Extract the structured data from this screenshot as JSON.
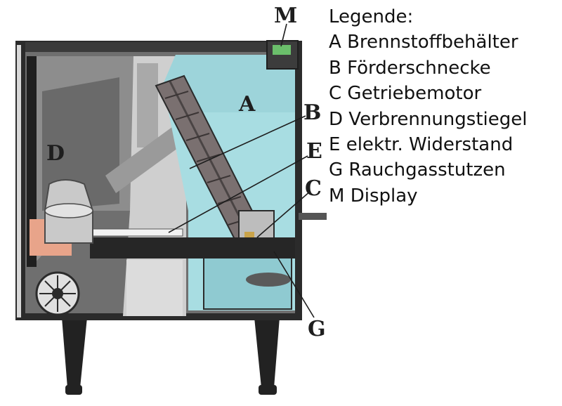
{
  "legend": {
    "title": "Legende:",
    "items": [
      {
        "key": "A",
        "text": "Brennstoffbehälter"
      },
      {
        "key": "B",
        "text": "Förderschnecke"
      },
      {
        "key": "C",
        "text": "Getriebemotor"
      },
      {
        "key": "D",
        "text": "Verbrennungstiegel"
      },
      {
        "key": "E",
        "text": "elektr. Widerstand"
      },
      {
        "key": "G",
        "text": "Rauchgasstutzen"
      },
      {
        "key": "M",
        "text": "Display"
      }
    ]
  },
  "callouts": {
    "M": "M",
    "A": "A",
    "B": "B",
    "C": "C",
    "D": "D",
    "E": "E",
    "G": "G"
  },
  "colors": {
    "tank_water": "#a8dde2",
    "casing_dark": "#2b2b2b",
    "panel_gray": "#8d8d8d",
    "panel_light": "#cfcfcf",
    "auger": "#7a7070",
    "crucible": "#c9c9c9",
    "heater_orange": "#e8a48a",
    "legs": "#222222"
  }
}
